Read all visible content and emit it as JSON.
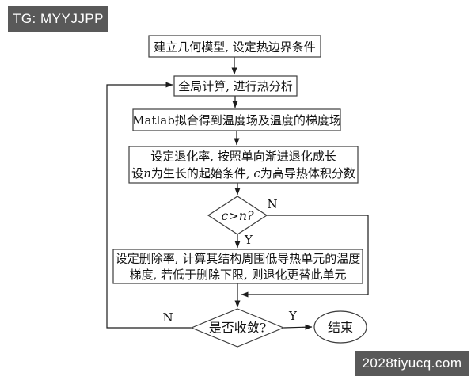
{
  "watermarks": {
    "top_left": {
      "text": "TG: MYYJJPP",
      "bg_color": "#595959",
      "text_color": "#ffffff"
    },
    "bottom_right": {
      "text": "2028tiyucq.com",
      "bg_color": "#595959",
      "text_color": "#ffffff"
    }
  },
  "flowchart": {
    "colors": {
      "node_border": "#3d3d3d",
      "connector": "#1c1c1c",
      "text": "#111111",
      "node_fill": "#ffffff",
      "canvas_bg": "#ffffff"
    },
    "nodes": {
      "start_box": {
        "text": "建立几何模型, 设定热边界条件"
      },
      "global_calc_box": {
        "text": "全局计算, 进行热分析"
      },
      "matlab_box": {
        "text": "Matlab拟合得到温度场及温度的梯度场"
      },
      "degradation_box": {
        "line1": "设定退化率, 按照单向渐进退化成长",
        "line2_segments": [
          "设",
          "n",
          "为生长的起始条件, ",
          "c",
          "为高导热体积分数"
        ]
      },
      "cn_decision": {
        "text": "c>n?"
      },
      "delete_box": {
        "line1": "设定删除率, 计算其结构周围低导热单元的温度",
        "line2": "梯度, 若低于删除下限, 则退化更替此单元"
      },
      "converge_decision": {
        "text": "是否收敛?"
      },
      "end_oval": {
        "text": "结束"
      }
    },
    "branch_labels": {
      "cn_no": "N",
      "cn_yes": "Y",
      "converge_no": "N",
      "converge_yes": "Y"
    }
  }
}
